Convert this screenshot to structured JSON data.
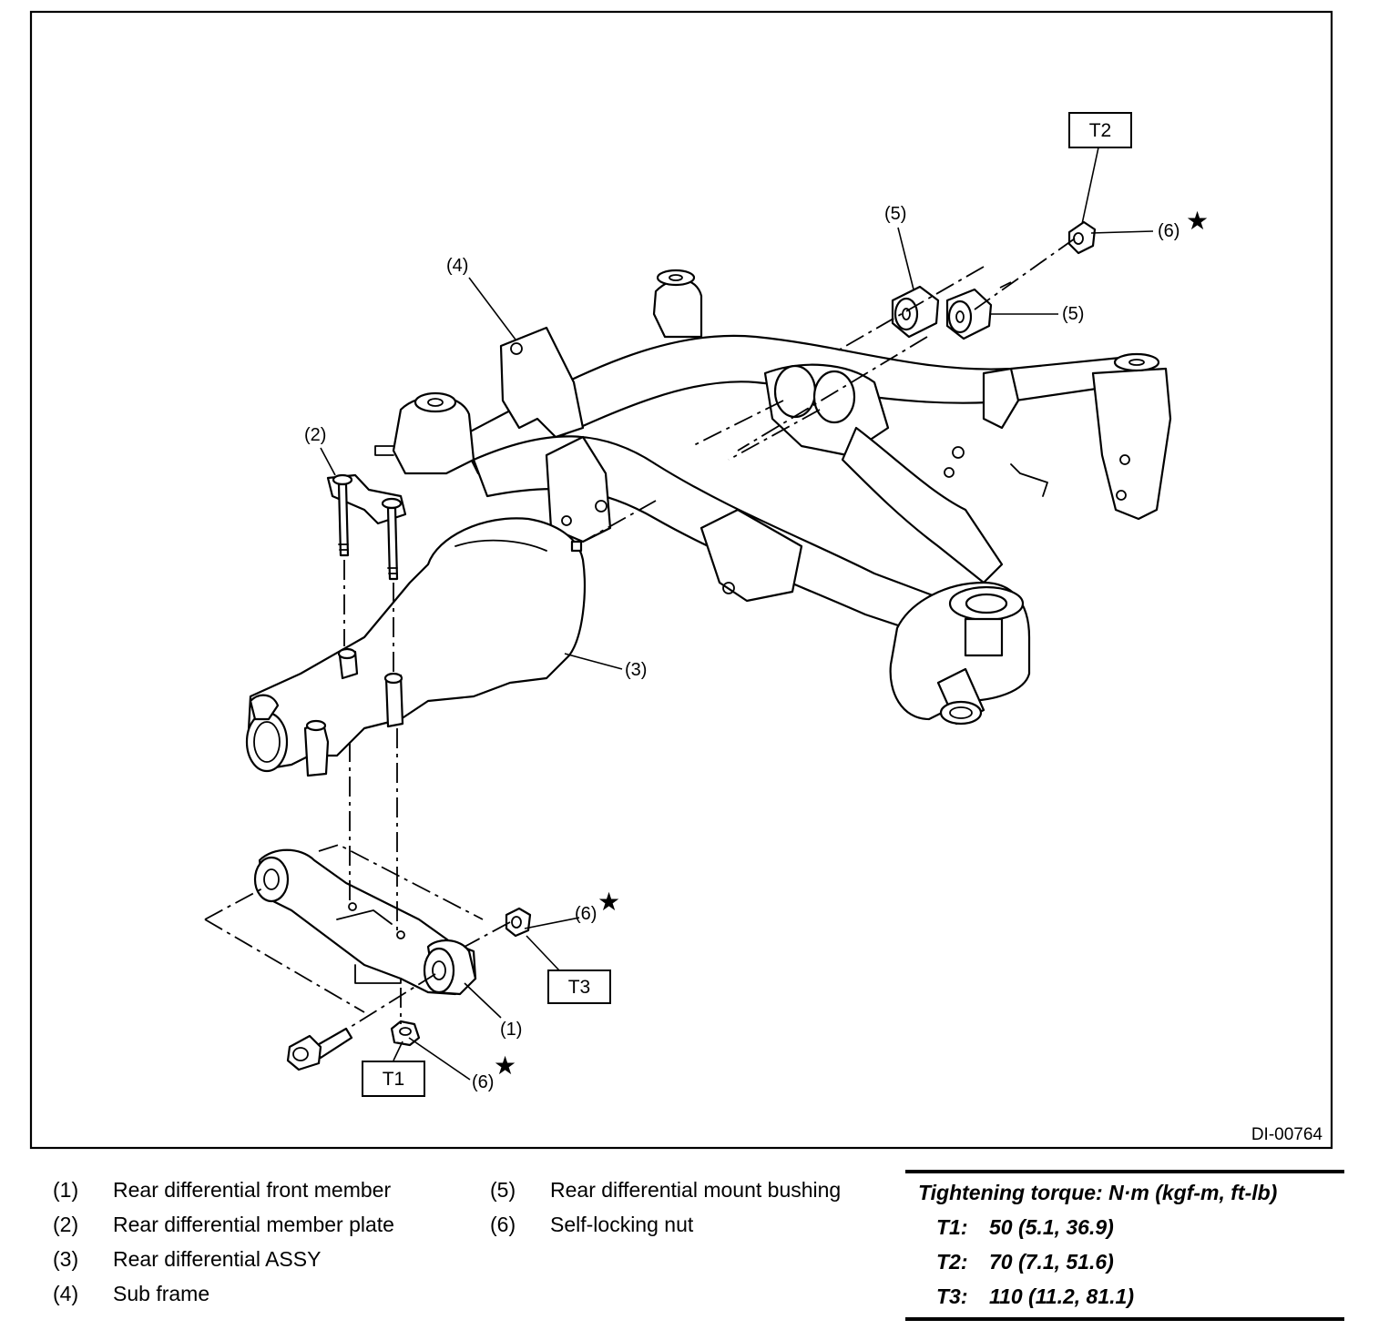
{
  "figure": {
    "id": "DI-00764",
    "callouts": {
      "c1": "(1)",
      "c2": "(2)",
      "c3": "(3)",
      "c4": "(4)",
      "c5a": "(5)",
      "c5b": "(5)",
      "c6a": "(6)",
      "c6b": "(6)",
      "c6c": "(6)"
    },
    "torque_boxes": {
      "t1": "T1",
      "t2": "T2",
      "t3": "T3"
    },
    "star_glyph": "★"
  },
  "legend": [
    {
      "num": "(1)",
      "text": "Rear differential front member"
    },
    {
      "num": "(2)",
      "text": "Rear differential member plate"
    },
    {
      "num": "(3)",
      "text": "Rear differential ASSY"
    },
    {
      "num": "(4)",
      "text": "Sub frame"
    },
    {
      "num": "(5)",
      "text": "Rear differential mount bushing"
    },
    {
      "num": "(6)",
      "text": "Self-locking nut"
    }
  ],
  "torque": {
    "title": "Tightening torque: N·m (kgf-m, ft-lb)",
    "rows": [
      {
        "code": "T1:",
        "value": "50 (5.1, 36.9)"
      },
      {
        "code": "T2:",
        "value": "70 (7.1, 51.6)"
      },
      {
        "code": "T3:",
        "value": "110 (11.2, 81.1)"
      }
    ]
  }
}
